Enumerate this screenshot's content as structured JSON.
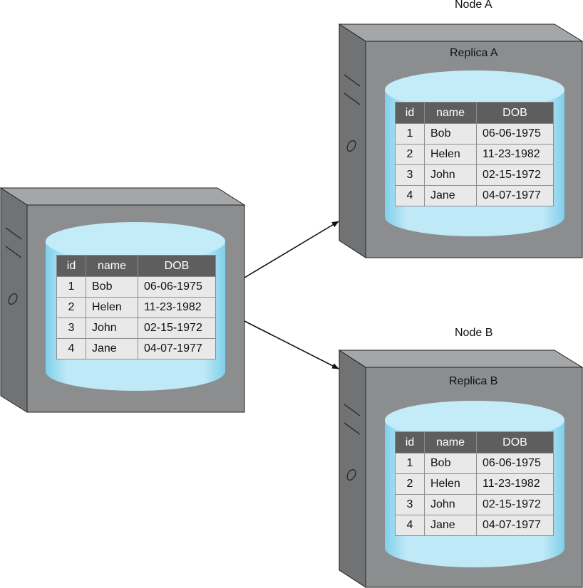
{
  "colors": {
    "server_front": "#8b8c8e",
    "server_side": "#6f7072",
    "server_top": "#a6a7a9",
    "cylinder": "#bfeaf6",
    "cylinder_inner": "#7fd0ec",
    "header_bg": "#5e5e5e",
    "cell_bg": "#e9e9e9"
  },
  "table": {
    "headers": [
      "id",
      "name",
      "DOB"
    ],
    "rows": [
      {
        "id": "1",
        "name": "Bob",
        "dob": "06-06-1975"
      },
      {
        "id": "2",
        "name": "Helen",
        "dob": "11-23-1982"
      },
      {
        "id": "3",
        "name": "John",
        "dob": "02-15-1972"
      },
      {
        "id": "4",
        "name": "Jane",
        "dob": "04-07-1977"
      }
    ]
  },
  "nodes": {
    "node_a": {
      "label": "Node A",
      "replica_label": "Replica A"
    },
    "node_b": {
      "label": "Node B",
      "replica_label": "Replica B"
    }
  }
}
